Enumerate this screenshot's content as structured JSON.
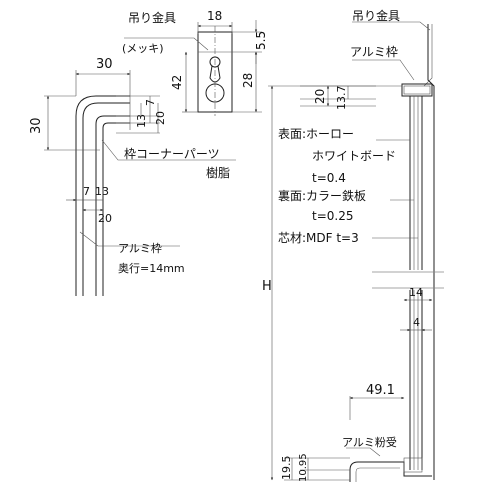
{
  "hanger": {
    "label": "吊り金具",
    "note": "(メッキ)"
  },
  "corner": {
    "label": "枠コーナーパーツ",
    "material": "樹脂"
  },
  "frame_left": {
    "label": "アルミ枠",
    "depth": "奥行=14mm"
  },
  "section": {
    "hanger_label": "吊り金具",
    "frame_label": "アルミ枠",
    "front_face": "表面:ホーロー",
    "front_face_2": "ホワイトボード",
    "front_thickness": "t=0.4",
    "back_face": "裏面:カラー鉄板",
    "back_thickness": "t=0.25",
    "core": "芯材:MDF t=3",
    "tray_label": "アルミ粉受",
    "height_label": "H"
  },
  "dimensions": {
    "hanger_width": "18",
    "hanger_top": "5.5",
    "hanger_height": "42",
    "hanger_lower": "28",
    "corner_w": "30",
    "corner_h": "30",
    "d13_a": "13",
    "d7": "7",
    "d20_a": "20",
    "b7": "7",
    "b13": "13",
    "b20": "20",
    "s20": "20",
    "s13_7": "13.7",
    "s14": "14",
    "s4": "4",
    "s49_1": "49.1",
    "s19_5": "19.5",
    "s10_95": "10.95"
  }
}
